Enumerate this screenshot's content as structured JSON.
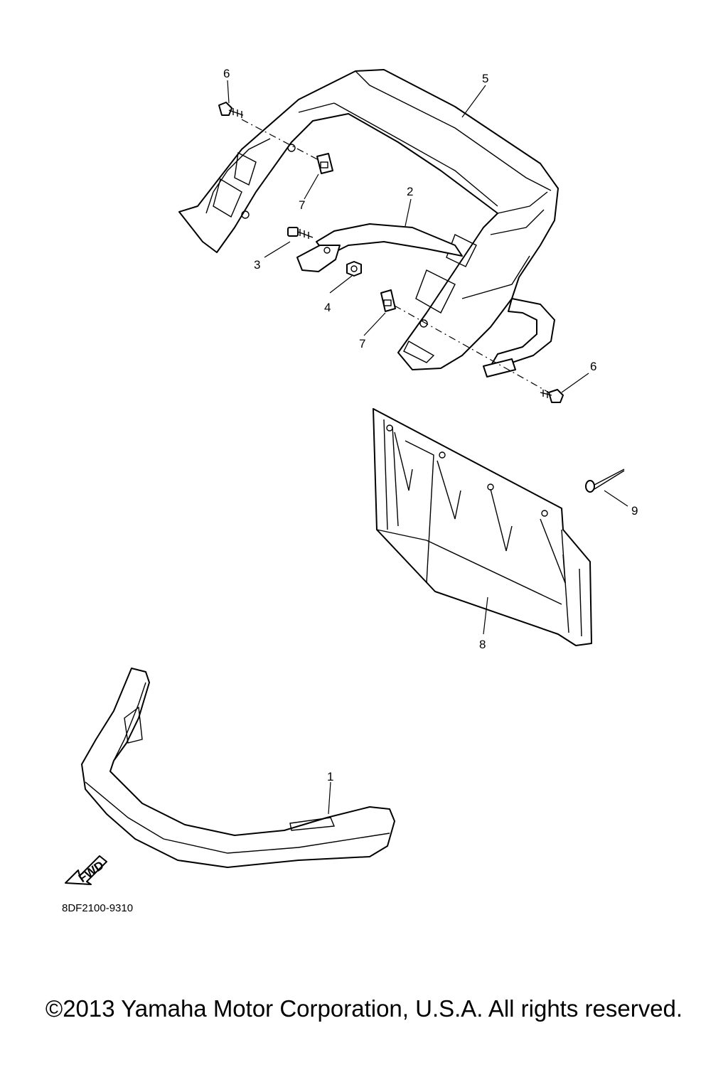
{
  "callouts": {
    "c1": "1",
    "c2": "2",
    "c3": "3",
    "c4": "4",
    "c5": "5",
    "c6a": "6",
    "c6b": "6",
    "c7a": "7",
    "c7b": "7",
    "c8": "8",
    "c9": "9"
  },
  "fwd_label": "FWD",
  "diagram_code": "8DF2100-9310",
  "copyright": "©2013 Yamaha Motor Corporation, U.S.A. All rights reserved."
}
